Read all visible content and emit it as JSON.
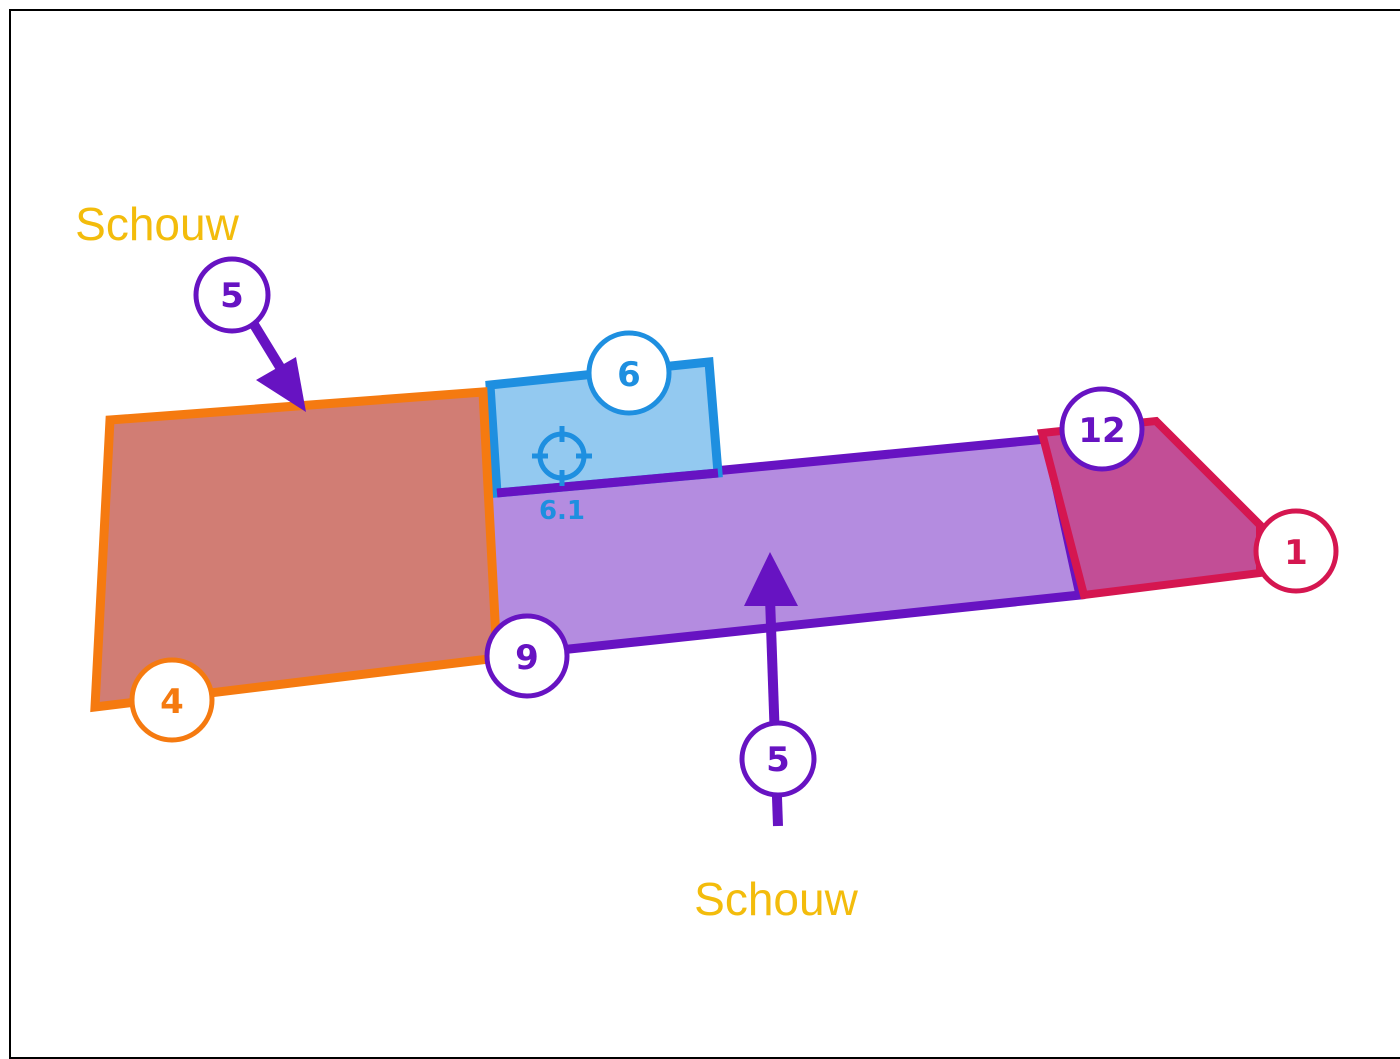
{
  "colors": {
    "orange": "#F57A10",
    "orange_fill": "#D17D74",
    "blue": "#1E8FE0",
    "blue_fill": "#93C9F0",
    "purple": "#6713C2",
    "purple_fill": "#B48CE0",
    "red": "#D51650",
    "red_fill": "#C24E96",
    "label_yellow": "#F3BC0C"
  },
  "labels": {
    "schouw_top": "Schouw",
    "schouw_bottom": "Schouw"
  },
  "markers": {
    "m5_top": "5",
    "m5_bottom": "5",
    "m6": "6",
    "m12": "12",
    "m1": "1",
    "m9": "9",
    "m4": "4",
    "sub_6_1": "6.1"
  },
  "icons": {
    "crosshair": "crosshair-icon"
  }
}
